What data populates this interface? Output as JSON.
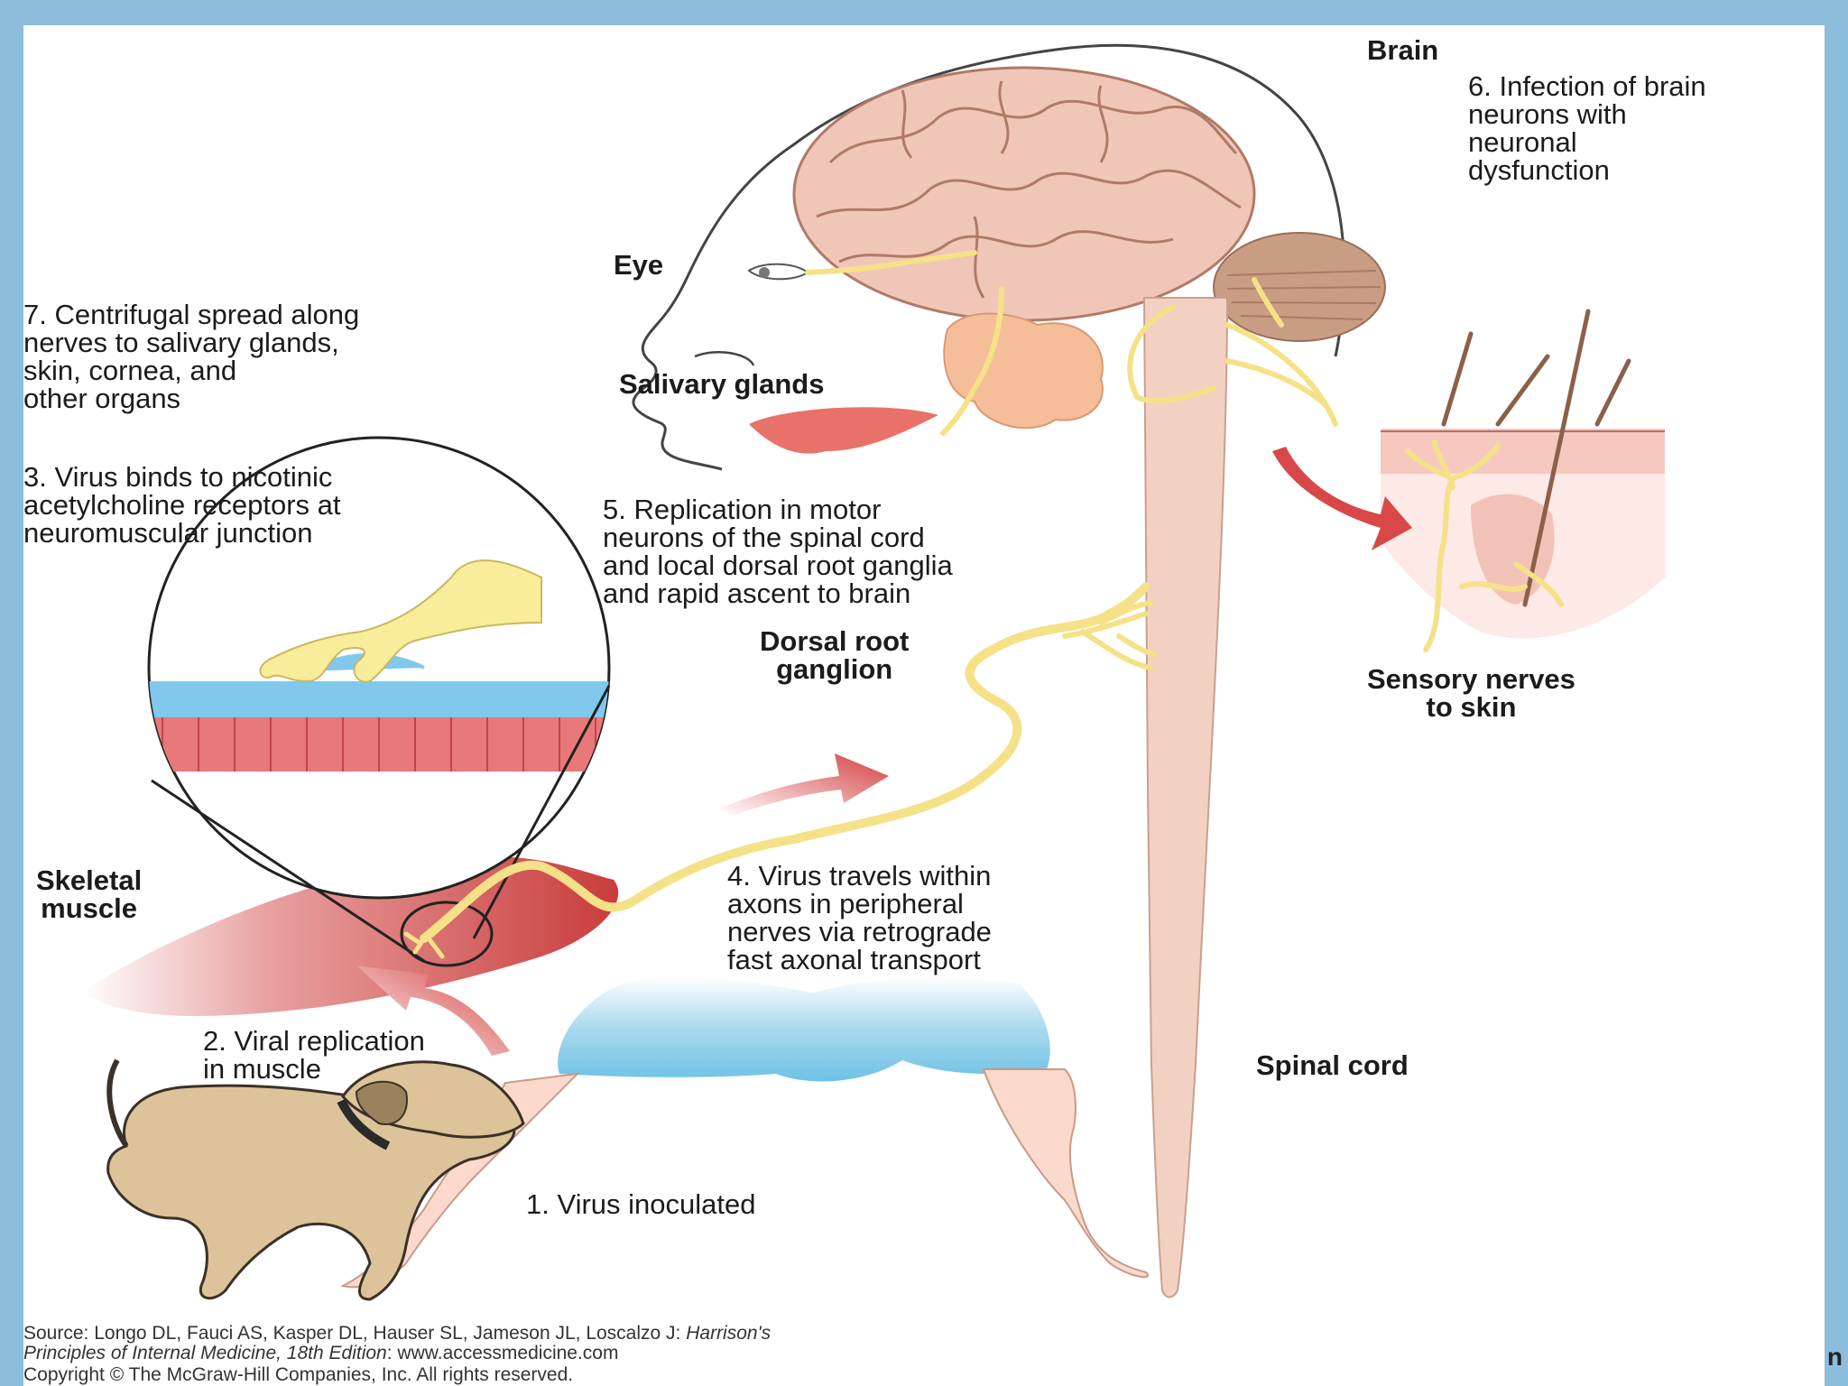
{
  "labels": {
    "brain": "Brain",
    "eye": "Eye",
    "salivary_glands": "Salivary glands",
    "dorsal_root_ganglion": "Dorsal root\nganglion",
    "sensory_nerves": "Sensory nerves\nto skin",
    "skeletal_muscle": "Skeletal\nmuscle",
    "spinal_cord": "Spinal cord"
  },
  "steps": {
    "step1": "1. Virus inoculated",
    "step2": "2. Viral replication\nin muscle",
    "step3": "3. Virus binds to nicotinic\nacetylcholine receptors at\nneuromuscular junction",
    "step4": "4. Virus travels within\naxons in peripheral\nnerves via retrograde\nfast axonal transport",
    "step5": "5. Replication in motor\nneurons of the spinal cord\nand local dorsal root ganglia\nand rapid ascent to brain",
    "step6": "6. Infection of brain\nneurons with\nneuronal\ndysfunction",
    "step7": "7. Centrifugal spread along\nnerves to salivary glands,\nskin, cornea, and\nother organs"
  },
  "source": {
    "prefix": "Source: Longo DL, Fauci AS, Kasper DL, Hauser SL, Jameson JL, Loscalzo J: ",
    "title_part1": "Harrison's",
    "title_part2": "Principles of Internal Medicine, 18th Edition",
    "suffix": ": www.accessmedicine.com",
    "copyright": "Copyright © The McGraw-Hill Companies, Inc. All rights reserved."
  },
  "corner_text": "n",
  "colors": {
    "background": "#8cbddc",
    "nerve": "#f5e187",
    "muscle": "#c93c3c",
    "arrow": "#d94848"
  }
}
